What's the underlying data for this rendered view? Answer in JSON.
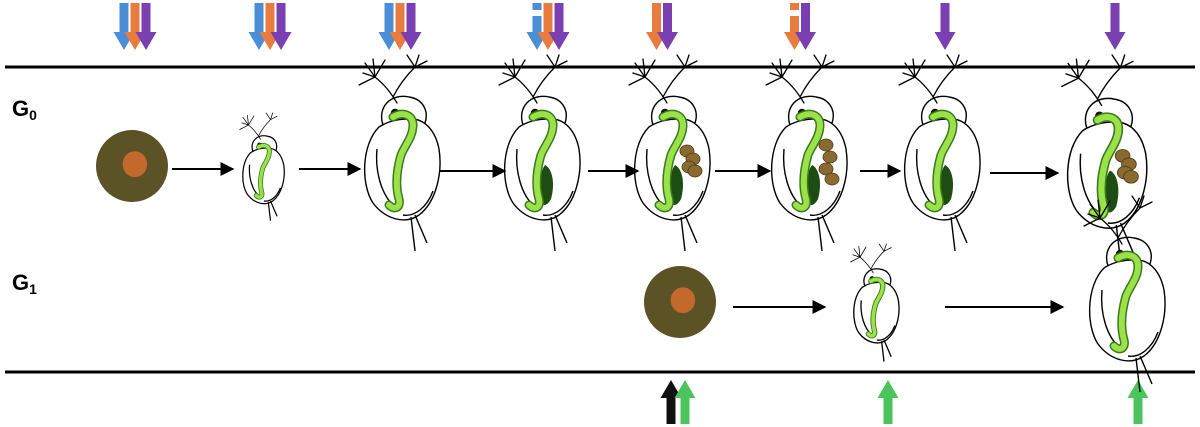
{
  "colors": {
    "blue": "#4a8fd6",
    "orange": "#e87b3e",
    "purple": "#7a3fb0",
    "black": "#111111",
    "green": "#4cc45e",
    "egg_body": "#5b5226",
    "egg_core": "#c4692c",
    "gut": "#9be24a",
    "gut_edge": "#3a7a1c",
    "brood": "#8a6a30",
    "line": "#000000"
  },
  "generations": {
    "g0": {
      "letter": "G",
      "sub": "0"
    },
    "g1": {
      "letter": "G",
      "sub": "1"
    }
  },
  "top_arrow_groups": [
    [
      "blue",
      "orange",
      "purple"
    ],
    [
      "blue",
      "orange",
      "purple"
    ],
    [
      "blue",
      "orange",
      "purple"
    ],
    [
      "blue-dashed",
      "orange",
      "purple"
    ],
    [
      "orange",
      "purple"
    ],
    [
      "orange-dashed",
      "purple"
    ],
    [
      "purple"
    ],
    [
      "purple"
    ]
  ],
  "bottom_arrow_groups": [
    [
      "black",
      "green"
    ],
    [
      "green"
    ],
    [
      "green"
    ]
  ],
  "g0_stages": [
    "egg",
    "neonate",
    "juvenile",
    "adult",
    "adult-brood",
    "adult-brood-large",
    "adult",
    "adult-brood"
  ],
  "g1_stages": [
    "egg",
    "neonate",
    "juvenile"
  ]
}
